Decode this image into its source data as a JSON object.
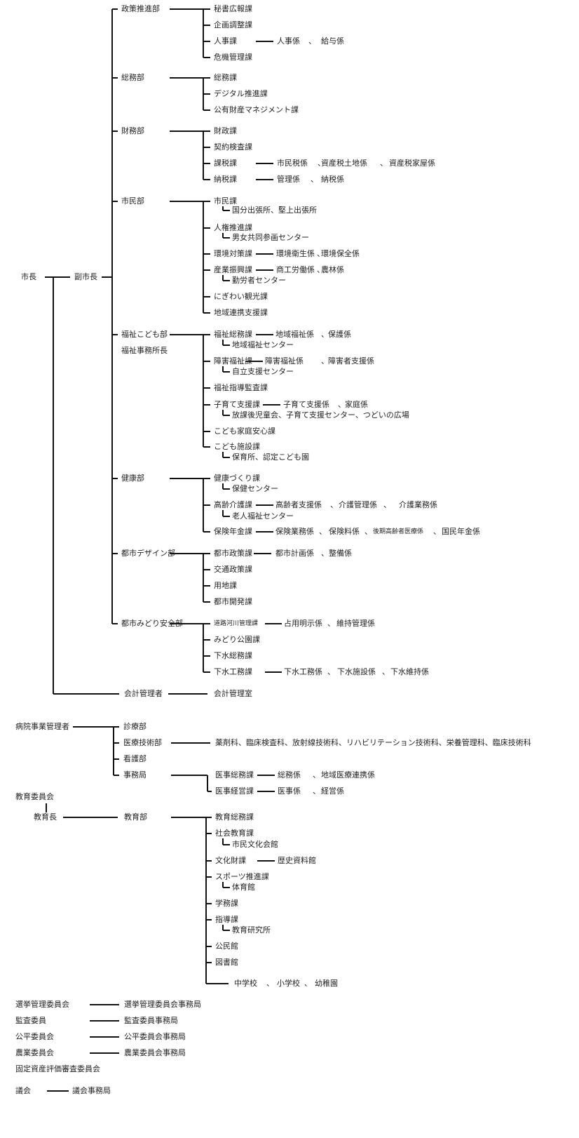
{
  "mayor": "市長",
  "deputy_mayor": "副市長",
  "departments": [
    {
      "name": "政策推進部",
      "sub": "",
      "sections": [
        {
          "name": "秘書広報課",
          "note": "",
          "units": []
        },
        {
          "name": "企画調整課",
          "note": "",
          "units": []
        },
        {
          "name": "人事課",
          "note": "",
          "units": [
            "人事係",
            "給与係"
          ]
        },
        {
          "name": "危機管理課",
          "note": "",
          "units": []
        }
      ]
    },
    {
      "name": "総務部",
      "sub": "",
      "sections": [
        {
          "name": "総務課",
          "note": "",
          "units": []
        },
        {
          "name": "デジタル推進課",
          "note": "",
          "units": []
        },
        {
          "name": "公有財産マネジメント課",
          "note": "",
          "units": []
        }
      ]
    },
    {
      "name": "財務部",
      "sub": "",
      "sections": [
        {
          "name": "財政課",
          "note": "",
          "units": []
        },
        {
          "name": "契約検査課",
          "note": "",
          "units": []
        },
        {
          "name": "課税課",
          "note": "",
          "units": [
            "市民税係",
            "資産税土地係",
            "資産税家屋係"
          ]
        },
        {
          "name": "納税課",
          "note": "",
          "units": [
            "管理係",
            "納税係"
          ]
        }
      ]
    },
    {
      "name": "市民部",
      "sub": "",
      "sections": [
        {
          "name": "市民課",
          "note": "国分出張所、堅上出張所",
          "units": []
        },
        {
          "name": "人権推進課",
          "note": "男女共同参画センター",
          "units": []
        },
        {
          "name": "環境対策課",
          "note": "",
          "units": [
            "環境衛生係",
            "環境保全係"
          ]
        },
        {
          "name": "産業振興課",
          "note": "勤労者センター",
          "units": [
            "商工労働係",
            "農林係"
          ]
        },
        {
          "name": "にぎわい観光課",
          "note": "",
          "units": []
        },
        {
          "name": "地域連携支援課",
          "note": "",
          "units": []
        }
      ]
    },
    {
      "name": "福祉こども部",
      "sub": "福祉事務所長",
      "sections": [
        {
          "name": "福祉総務課",
          "note": "地域福祉センター",
          "units": [
            "地域福祉係",
            "保護係"
          ]
        },
        {
          "name": "障害福祉課",
          "note": "自立支援センター",
          "units": [
            "障害福祉係",
            "障害者支援係"
          ]
        },
        {
          "name": "福祉指導監査課",
          "note": "",
          "units": []
        },
        {
          "name": "子育て支援課",
          "note": "放課後児童会、子育て支援センター、つどいの広場",
          "units": [
            "子育て支援係",
            "家庭係"
          ]
        },
        {
          "name": "こども家庭安心課",
          "note": "",
          "units": []
        },
        {
          "name": "こども施設課",
          "note": "保育所、認定こども園",
          "units": []
        }
      ]
    },
    {
      "name": "健康部",
      "sub": "",
      "sections": [
        {
          "name": "健康づくり課",
          "note": "保健センター",
          "units": []
        },
        {
          "name": "高齢介護課",
          "note": "老人福祉センター",
          "units": [
            "高齢者支援係",
            "介護管理係",
            "介護業務係"
          ]
        },
        {
          "name": "保険年金課",
          "note": "",
          "units": [
            "保険業務係",
            "保険料係",
            "後期高齢者医療係",
            "国民年金係"
          ]
        }
      ]
    },
    {
      "name": "都市デザイン部",
      "sub": "",
      "sections": [
        {
          "name": "都市政策課",
          "note": "",
          "units": [
            "都市計画係",
            "整備係"
          ]
        },
        {
          "name": "交通政策課",
          "note": "",
          "units": []
        },
        {
          "name": "用地課",
          "note": "",
          "units": []
        },
        {
          "name": "都市開発課",
          "note": "",
          "units": []
        }
      ]
    },
    {
      "name": "都市みどり安全部",
      "sub": "",
      "sections": [
        {
          "name": "道路河川管理課",
          "note": "",
          "units": [
            "占用明示係",
            "維持管理係"
          ]
        },
        {
          "name": "みどり公園課",
          "note": "",
          "units": []
        },
        {
          "name": "下水総務課",
          "note": "",
          "units": []
        },
        {
          "name": "下水工務課",
          "note": "",
          "units": [
            "下水工務係",
            "下水施設係",
            "下水維持係"
          ]
        }
      ]
    }
  ],
  "accounting": {
    "manager": "会計管理者",
    "office": "会計管理室"
  },
  "hospital": {
    "manager": "病院事業管理者",
    "departments": [
      {
        "name": "診療部",
        "sections": []
      },
      {
        "name": "医療技術部",
        "sections": [
          {
            "name": "薬剤科、臨床検査科、放射線技術科、リハビリテーション技術科、栄養管理科、臨床技術科",
            "units": []
          }
        ]
      },
      {
        "name": "看護部",
        "sections": []
      },
      {
        "name": "事務局",
        "sections": [
          {
            "name": "医事総務課",
            "units": [
              "総務係",
              "地域医療連携係"
            ]
          },
          {
            "name": "医事経営課",
            "units": [
              "医事係",
              "経営係"
            ]
          }
        ]
      }
    ]
  },
  "education": {
    "board": "教育委員会",
    "superintendent": "教育長",
    "department": "教育部",
    "sections": [
      {
        "name": "教育総務課",
        "child": ""
      },
      {
        "name": "社会教育課",
        "child": "市民文化会館"
      },
      {
        "name": "文化財課",
        "child": "歴史資料館"
      },
      {
        "name": "スポーツ推進課",
        "child": "体育館"
      },
      {
        "name": "学務課",
        "child": ""
      },
      {
        "name": "指導課",
        "child": "教育研究所"
      },
      {
        "name": "公民館",
        "child": ""
      },
      {
        "name": "図書館",
        "child": ""
      }
    ],
    "schools": [
      "中学校",
      "小学校",
      "幼稚園"
    ]
  },
  "committees": [
    {
      "name": "選挙管理委員会",
      "office": "選挙管理委員会事務局"
    },
    {
      "name": "監査委員",
      "office": "監査委員事務局"
    },
    {
      "name": "公平委員会",
      "office": "公平委員会事務局"
    },
    {
      "name": "農業委員会",
      "office": "農業委員会事務局"
    },
    {
      "name": "固定資産評価審査委員会",
      "office": ""
    }
  ],
  "assembly": {
    "name": "議会",
    "office": "議会事務局"
  }
}
